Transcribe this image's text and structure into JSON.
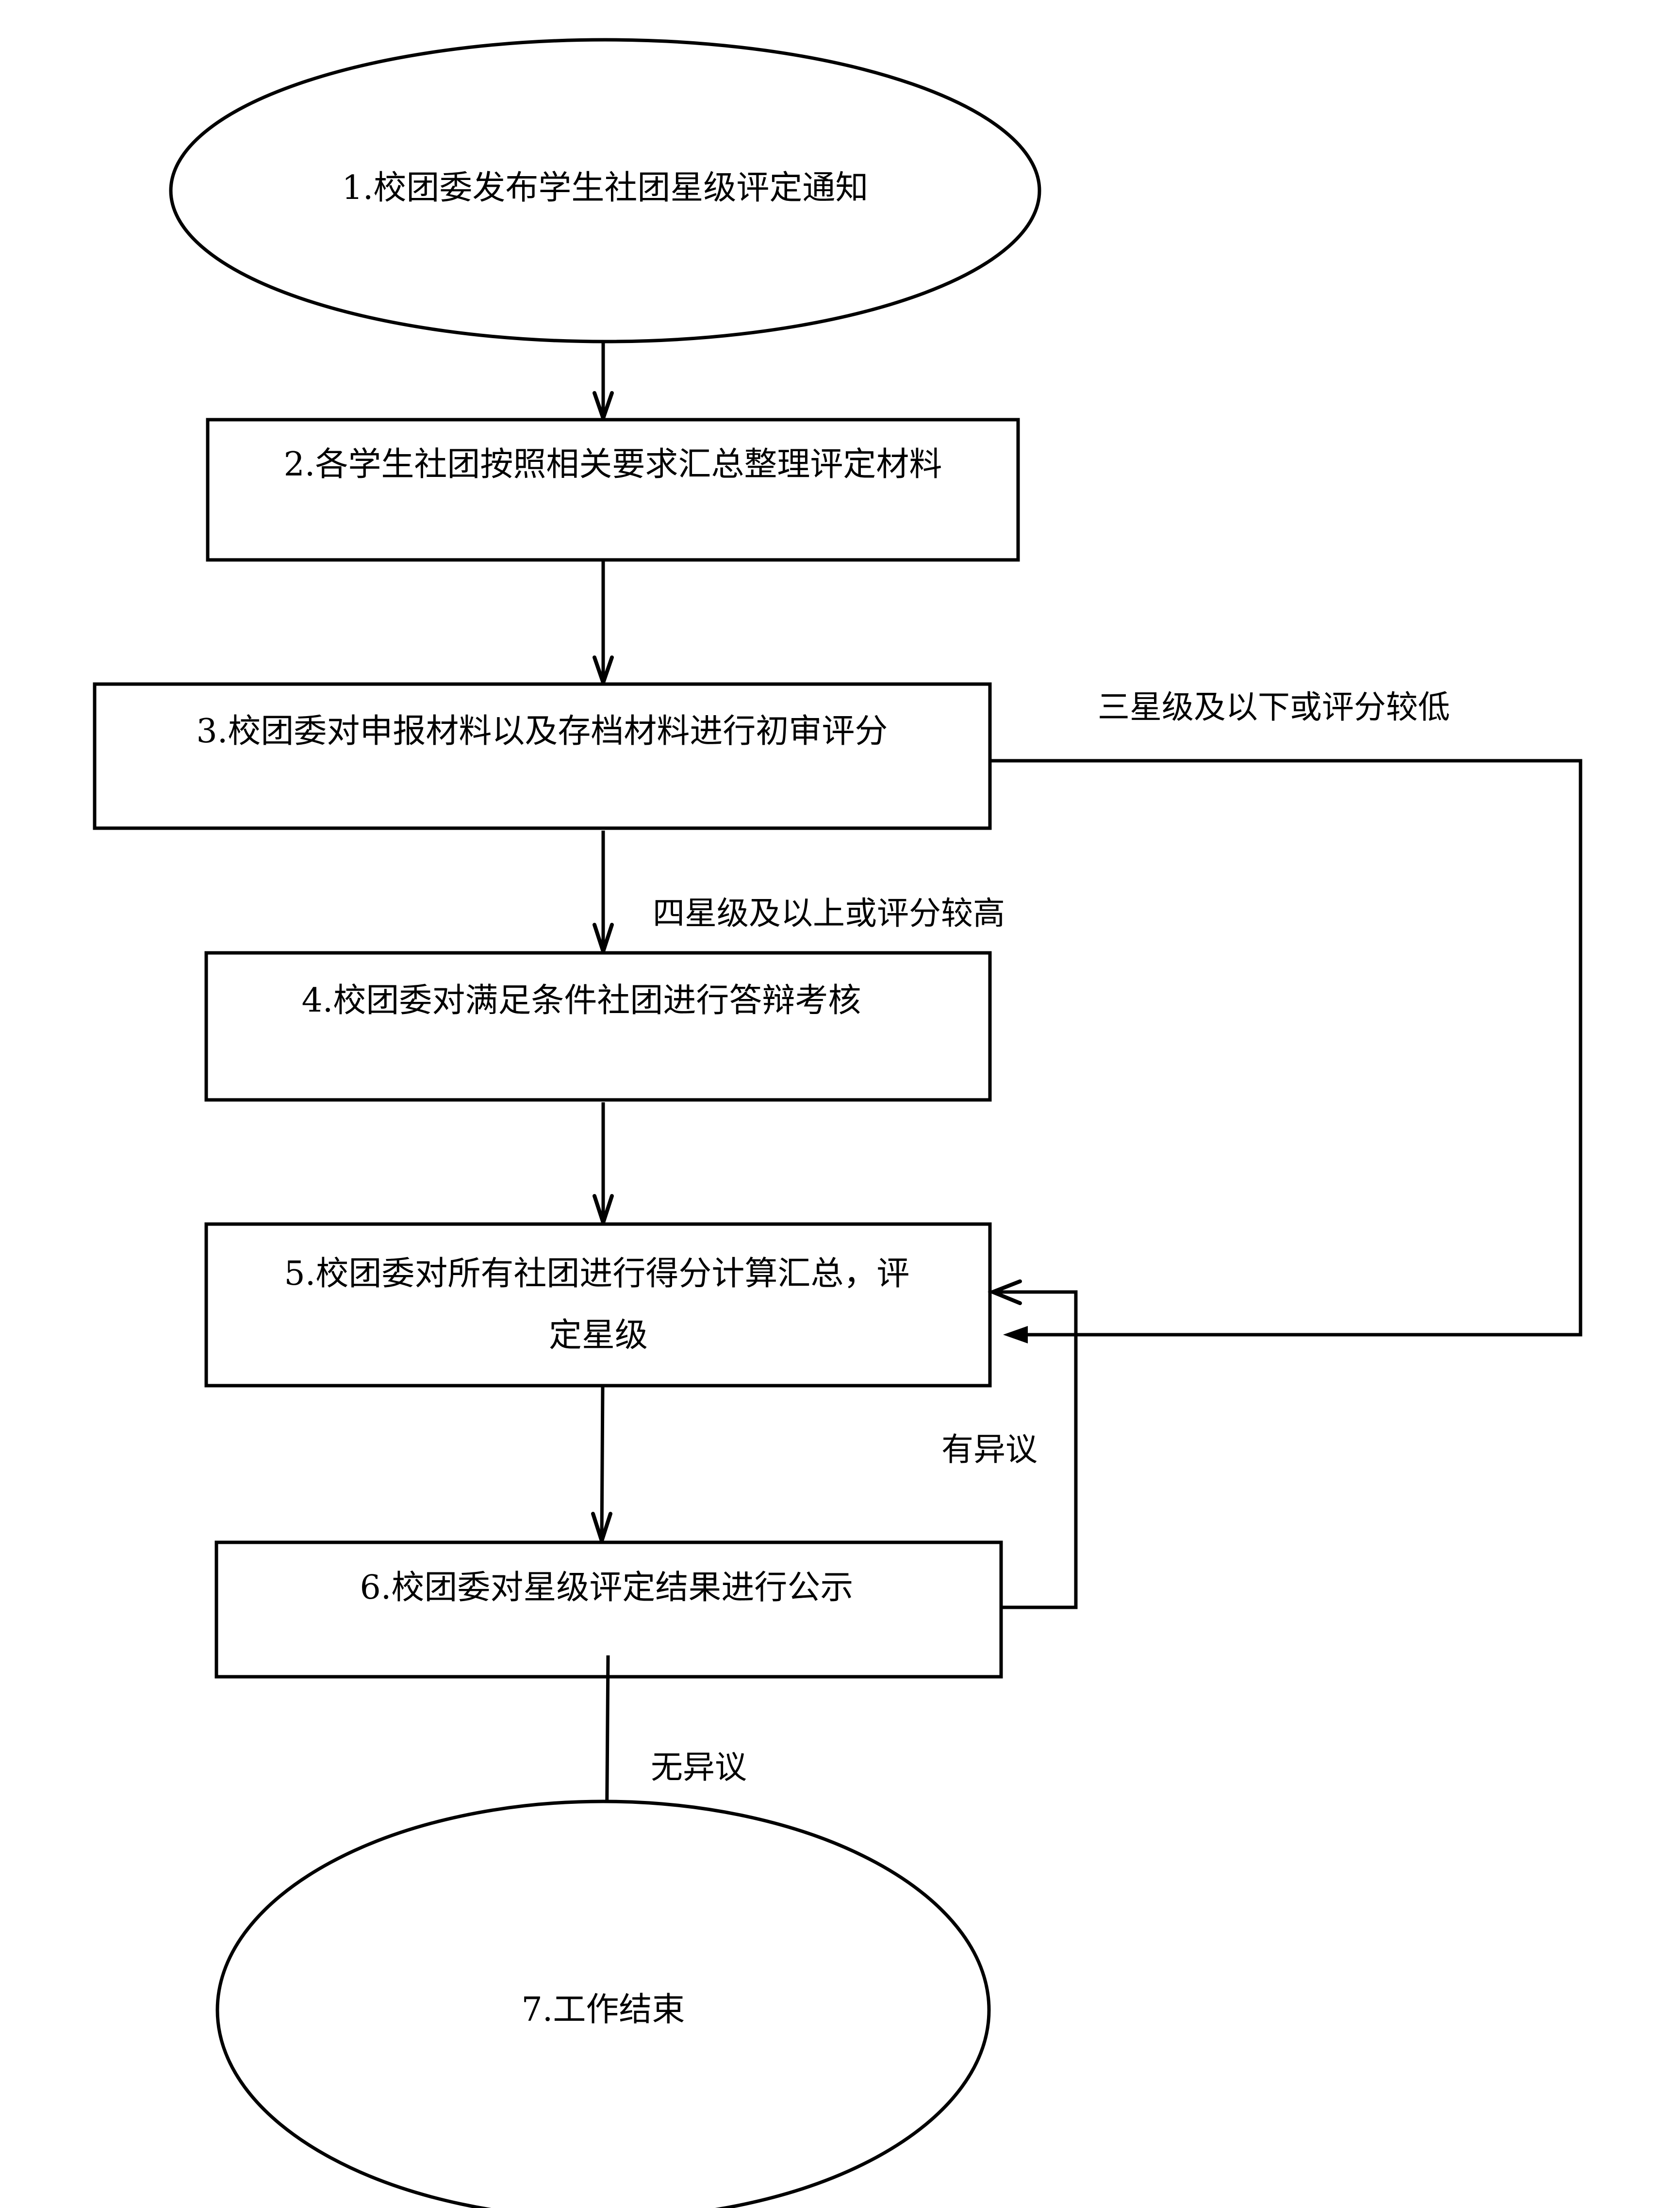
{
  "nodes": {
    "n1": "1.校团委发布学生社团星级评定通知",
    "n2": "2.各学生社团按照相关要求汇总整理评定材料",
    "n3": "3.校团委对申报材料以及存档材料进行初审评分",
    "n4": "4.校团委对满足条件社团进行答辩考核",
    "n5_line1": "5.校团委对所有社团进行得分计算汇总，评",
    "n5_line2": "定星级",
    "n6": "6.校团委对星级评定结果进行公示",
    "n7": "7.工作结束"
  },
  "edge_labels": {
    "low_score": "三星级及以下或评分较低",
    "high_score": "四星级及以上或评分较高",
    "objection": "有异议",
    "no_objection": "无异议"
  },
  "colors": {
    "stroke": "#000000",
    "background": "#ffffff"
  }
}
